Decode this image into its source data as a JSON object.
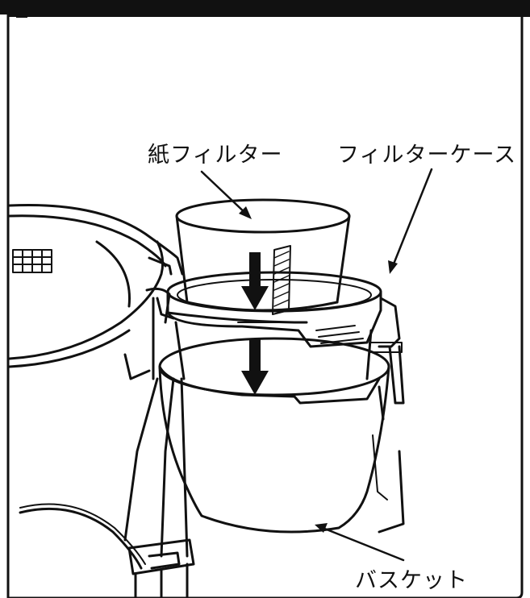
{
  "labels": {
    "paper_filter": "紙フィルター",
    "filter_case": "フィルターケース",
    "basket": "バスケット"
  },
  "colors": {
    "line": "#111111",
    "background": "#ffffff"
  }
}
